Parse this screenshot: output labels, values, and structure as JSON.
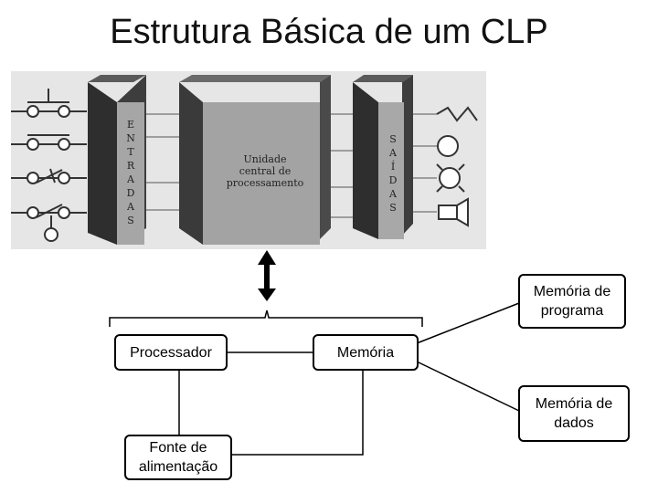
{
  "title": "Estrutura Básica de um CLP",
  "photo": {
    "inputs_label": "ENTRADAS",
    "outputs_label": "SAÍDAS",
    "cpu_label": "Unidade central de processamento"
  },
  "boxes": {
    "processor": "Processador",
    "memory": "Memória",
    "program_memory": "Memória de\nprograma",
    "data_memory": "Memória de\ndados",
    "power_supply": "Fonte de\nalimentação"
  },
  "colors": {
    "photo_background": "#e4e4e4",
    "block_face": "#9a9a9a",
    "block_side": "#3c3c3c"
  }
}
